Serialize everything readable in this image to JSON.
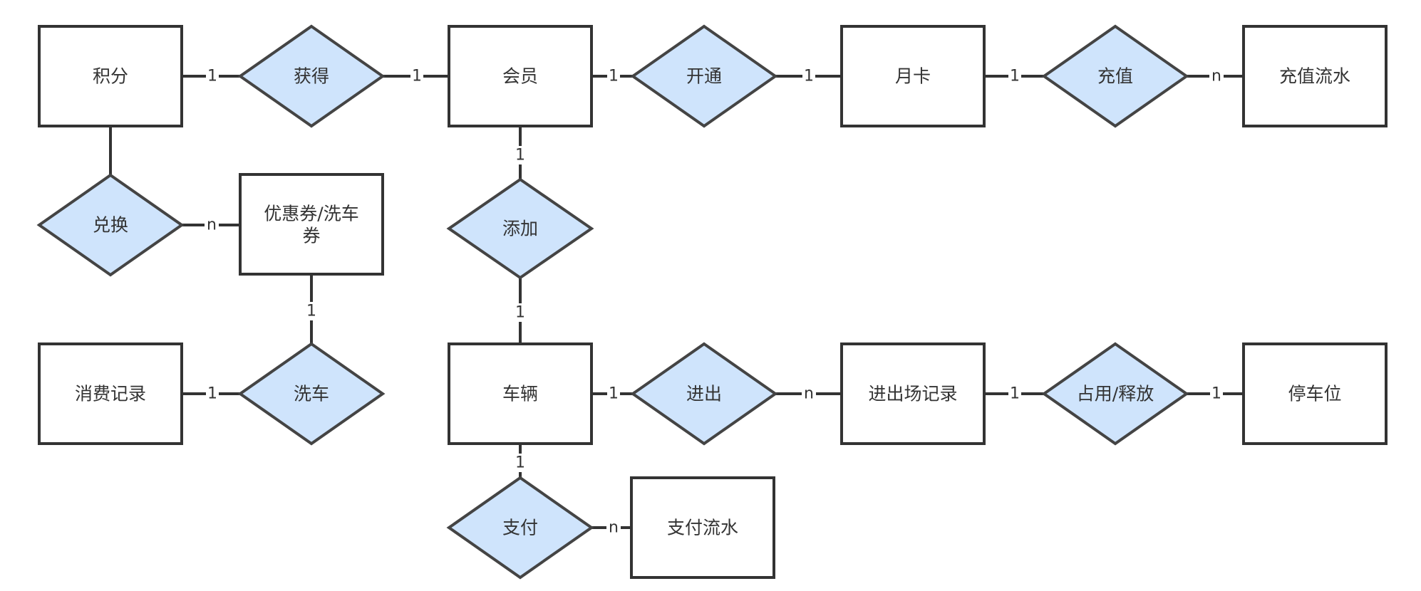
{
  "entities": {
    "points": "积分",
    "member": "会员",
    "monthly_card": "月卡",
    "recharge_flow": "充值流水",
    "coupon_line1": "优惠券/洗车",
    "coupon_line2": "券",
    "consumption_record": "消费记录",
    "vehicle": "车辆",
    "entry_exit_record": "进出场记录",
    "parking_space": "停车位",
    "payment_flow": "支付流水"
  },
  "relationships": {
    "obtain": "获得",
    "open": "开通",
    "recharge": "充值",
    "exchange": "兑换",
    "add": "添加",
    "car_wash": "洗车",
    "entry_exit": "进出",
    "occupy_release": "占用/释放",
    "pay": "支付"
  },
  "cardinalities": {
    "points_obtain": "1",
    "obtain_member": "1",
    "member_open": "1",
    "open_monthly_card": "1",
    "monthly_card_recharge": "1",
    "recharge_flow": "n",
    "exchange_coupon": "n",
    "member_add": "1",
    "add_vehicle": "1",
    "coupon_car_wash": "1",
    "consumption_car_wash": "1",
    "vehicle_entry_exit": "1",
    "entry_exit_record": "n",
    "record_occupy": "1",
    "occupy_parking_space": "1",
    "vehicle_pay": "1",
    "pay_payment_flow": "n"
  },
  "colors": {
    "relationship_fill": "#cfe4fc",
    "stroke": "#333333",
    "entity_fill": "#ffffff"
  }
}
